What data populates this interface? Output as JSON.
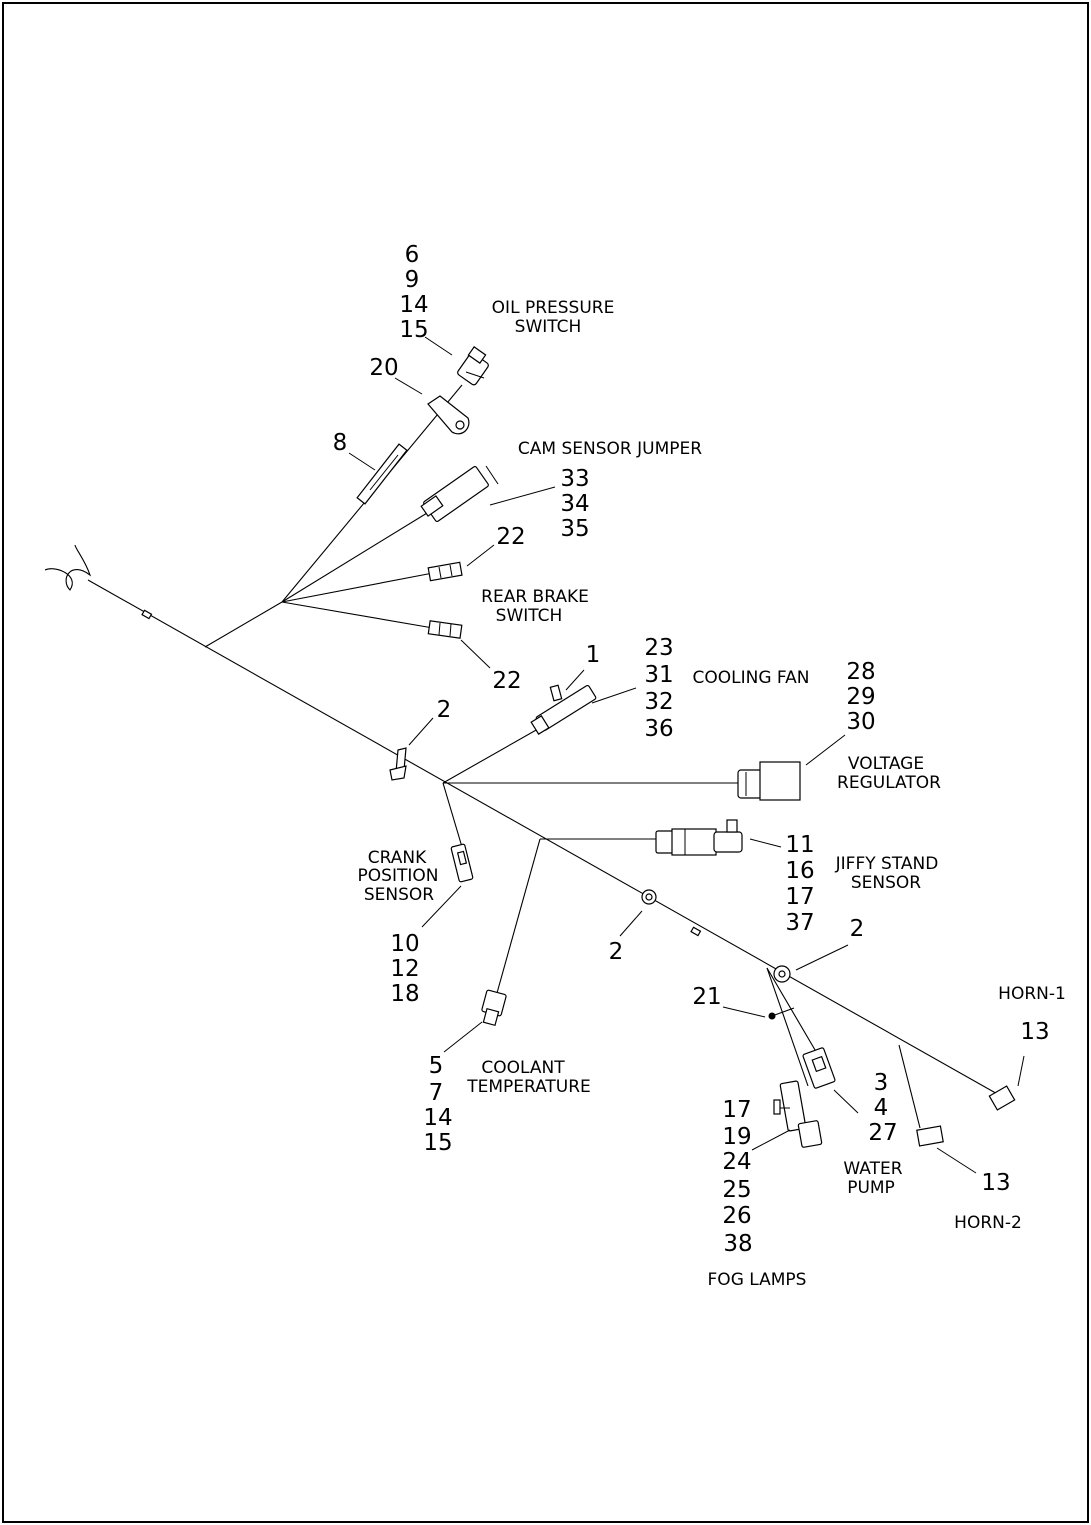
{
  "labels": {
    "oil_pressure_1": "OIL PRESSURE",
    "oil_pressure_2": "SWITCH",
    "cam_sensor": "CAM SENSOR JUMPER",
    "rear_brake_1": "REAR BRAKE",
    "rear_brake_2": "SWITCH",
    "cooling_fan": "COOLING FAN",
    "voltage_reg_1": "VOLTAGE",
    "voltage_reg_2": "REGULATOR",
    "crank_1": "CRANK",
    "crank_2": "POSITION",
    "crank_3": "SENSOR",
    "jiffy_1": "JIFFY STAND",
    "jiffy_2": "SENSOR",
    "coolant_1": "COOLANT",
    "coolant_2": "TEMPERATURE",
    "horn1": "HORN-1",
    "horn2": "HORN-2",
    "water_1": "WATER",
    "water_2": "PUMP",
    "fog": "FOG LAMPS"
  },
  "callouts": {
    "oil": [
      "6",
      "9",
      "14",
      "15"
    ],
    "c20": "20",
    "c8": "8",
    "cam": [
      "33",
      "34",
      "35"
    ],
    "c22a": "22",
    "c22b": "22",
    "c1": "1",
    "fan": [
      "23",
      "31",
      "32",
      "36"
    ],
    "vreg": [
      "28",
      "29",
      "30"
    ],
    "c2a": "2",
    "jiffy": [
      "11",
      "16",
      "17",
      "37"
    ],
    "crank": [
      "10",
      "12",
      "18"
    ],
    "c2b": "2",
    "c2c": "2",
    "c21": "21",
    "c13a": "13",
    "coolant": [
      "5",
      "7",
      "14",
      "15"
    ],
    "water": [
      "3",
      "4",
      "27"
    ],
    "fog": [
      "17",
      "19",
      "24",
      "25",
      "26",
      "38"
    ],
    "c13b": "13"
  }
}
